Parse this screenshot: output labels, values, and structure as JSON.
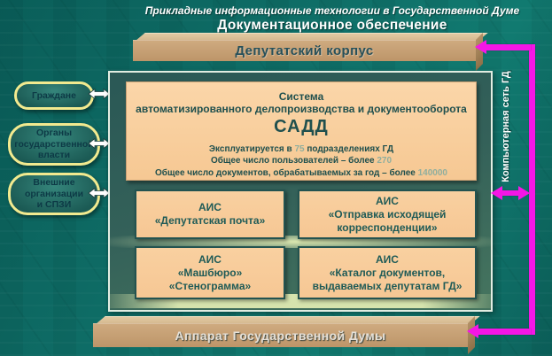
{
  "title": {
    "line1": "Прикладные информационные технологии в Государственной Думе",
    "line2": "Документационное обеспечение"
  },
  "top_bar": {
    "label": "Депутатский корпус"
  },
  "bottom_bar": {
    "label": "Аппарат Государственной Думы"
  },
  "left_pills": [
    {
      "lines": [
        "Граждане"
      ]
    },
    {
      "lines": [
        "Органы",
        "государственной",
        "власти"
      ]
    },
    {
      "lines": [
        "Внешние",
        "организации",
        "и СПЗИ"
      ]
    }
  ],
  "sadd_box": {
    "line1": "Система",
    "line2": "автоматизированного делопроизводства и документооборота",
    "acronym": "САДД",
    "stats": [
      {
        "prefix": "Эксплуатируется в ",
        "number": "75",
        "suffix": " подразделениях ГД"
      },
      {
        "prefix": "Общее число пользователей – более ",
        "number": "270",
        "suffix": ""
      },
      {
        "prefix": "Общее число документов, обрабатываемых за год – более ",
        "number": "140000",
        "suffix": ""
      }
    ]
  },
  "ais_boxes": [
    {
      "label": "АИС",
      "lines": [
        "«Депутатская почта»"
      ]
    },
    {
      "label": "АИС",
      "lines": [
        "«Отправка исходящей",
        "корреспонденции»"
      ]
    },
    {
      "label": "АИС",
      "lines": [
        "«Машбюро»",
        "«Стенограмма»"
      ]
    },
    {
      "label": "АИС",
      "lines": [
        "«Каталог документов,",
        "выдаваемых депутатам ГД»"
      ]
    }
  ],
  "network": {
    "label": "Компьютерная сеть ГД"
  },
  "icons": {
    "double_arrow": "white-double-arrow",
    "network_arrow": "magenta-arrow"
  },
  "colors": {
    "background_teal": "#0f6f68",
    "container_fill": "#346159",
    "container_border": "#e2ede2",
    "box_peach": "#f8cd9b",
    "ais_border": "#235350",
    "bar_tan": "#c6a277",
    "pill_border": "#f2ea8f",
    "dark_teal_text": "#1f5b57",
    "stat_number": "#8fae9e",
    "network_magenta": "#f516e6"
  }
}
